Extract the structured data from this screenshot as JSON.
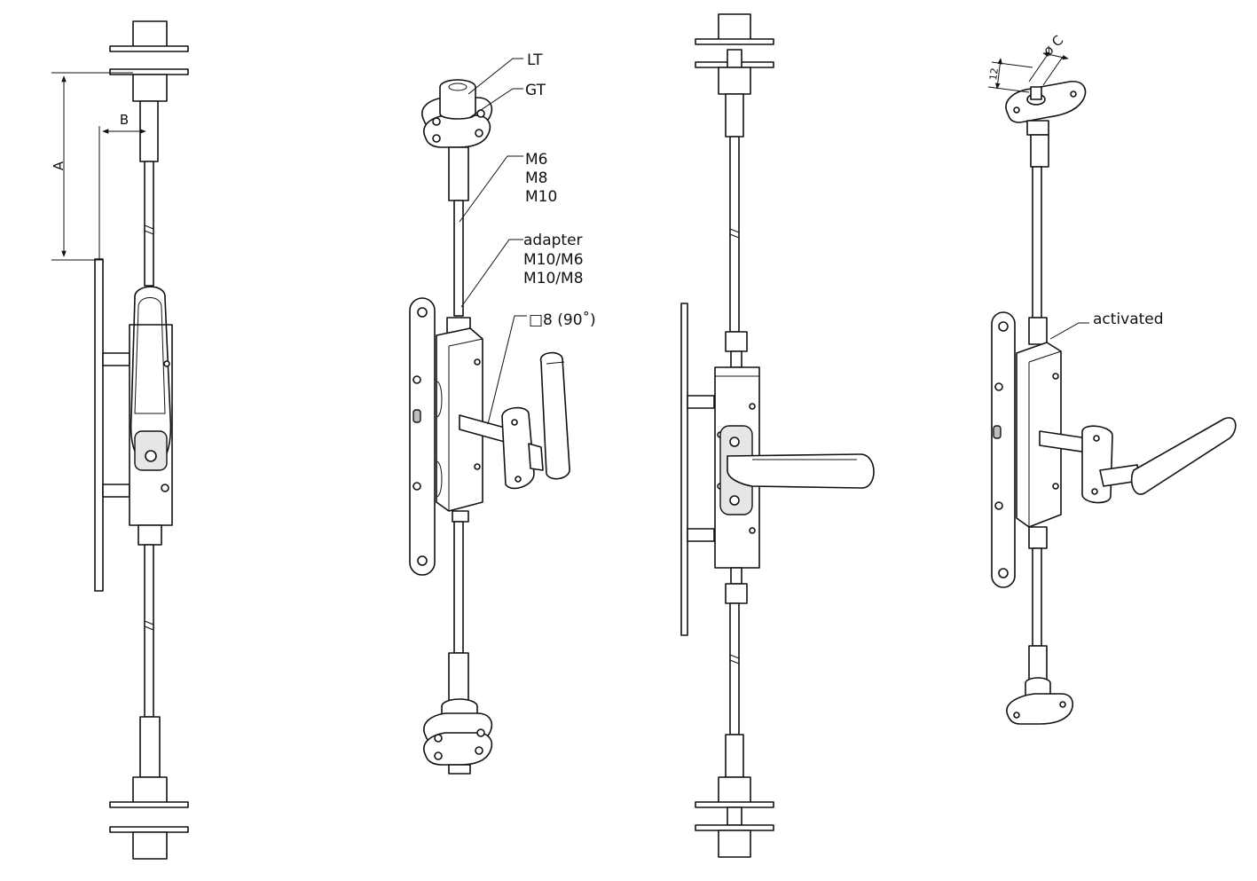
{
  "views": {
    "front_dimensioned": {
      "dimension_a": "A",
      "dimension_b": "B"
    },
    "isometric_labeled": {
      "label_lt": "LT",
      "label_gt": "GT",
      "rod_sizes": [
        "M6",
        "M8",
        "M10"
      ],
      "adapter_label": "adapter",
      "adapter_sizes": [
        "M10/M6",
        "M10/M8"
      ],
      "square_spindle": "□8 (90˚)"
    },
    "front_handle": {},
    "isometric_activated": {
      "activated_label": "activated",
      "dimension_12": "12",
      "dimension_c": "ø C"
    }
  },
  "colors": {
    "line": "#111111",
    "fill_light": "#e6e6e6",
    "fill_dark": "#bdbdbd",
    "background": "#ffffff"
  }
}
